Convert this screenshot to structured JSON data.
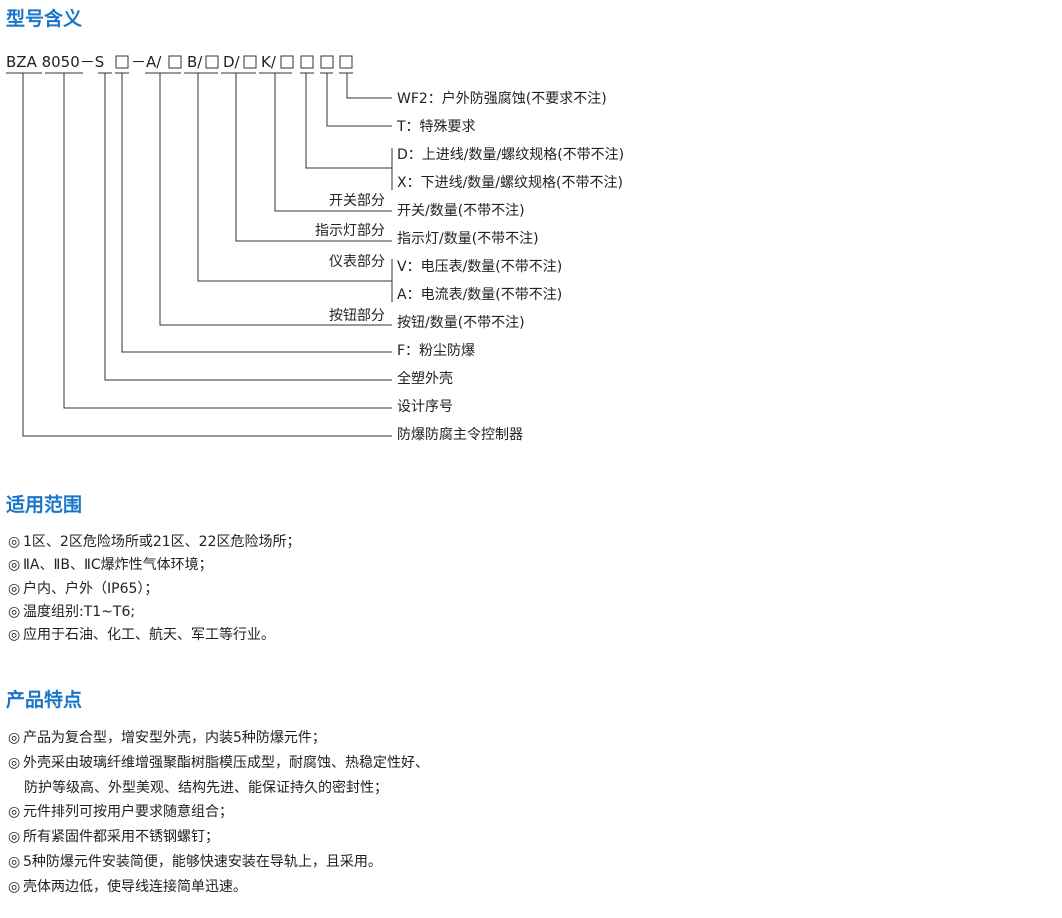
{
  "model_section": {
    "title": "型号含义",
    "code": {
      "prefix": "BZA 8050－S",
      "dash_a": "－A/",
      "b": "B/",
      "d": "D/",
      "k": "K/"
    },
    "group_labels": {
      "switch": "开关部分",
      "indicator": "指示灯部分",
      "meter": "仪表部分",
      "button": "按钮部分"
    },
    "descriptions": [
      "WF2：户外防强腐蚀(不要求不注)",
      "T：特殊要求",
      "D：上进线/数量/螺纹规格(不带不注)",
      "X：下进线/数量/螺纹规格(不带不注)",
      "开关/数量(不带不注)",
      "指示灯/数量(不带不注)",
      "V：电压表/数量(不带不注)",
      "A：电流表/数量(不带不注)",
      "按钮/数量(不带不注)",
      "F：粉尘防爆",
      "全塑外壳",
      "设计序号",
      "防爆防腐主令控制器"
    ]
  },
  "scope_section": {
    "title": "适用范围",
    "bullet": "◎",
    "items": [
      "1区、2区危险场所或21区、22区危险场所；",
      "ⅡA、ⅡB、ⅡC爆炸性气体环境；",
      "户内、户外（IP65）；",
      "温度组别:T1~T6;",
      "应用于石油、化工、航天、军工等行业。"
    ]
  },
  "features_section": {
    "title": "产品特点",
    "bullet": "◎",
    "items": [
      "产品为复合型，增安型外壳，内装5种防爆元件；",
      "外壳采由玻璃纤维增强聚酯树脂模压成型，耐腐蚀、热稳定性好、",
      "元件排列可按用户要求随意组合；",
      "所有紧固件都采用不锈钢螺钉；",
      "5种防爆元件安装简便，能够快速安装在导轨上，且采用。",
      "壳体两边低，使导线连接简单迅速。"
    ],
    "item1_continuation": "防护等级高、外型美观、结构先进、能保证持久的密封性；"
  },
  "colors": {
    "heading": "#1a76c9",
    "text": "#222222",
    "lines": "#333333"
  }
}
